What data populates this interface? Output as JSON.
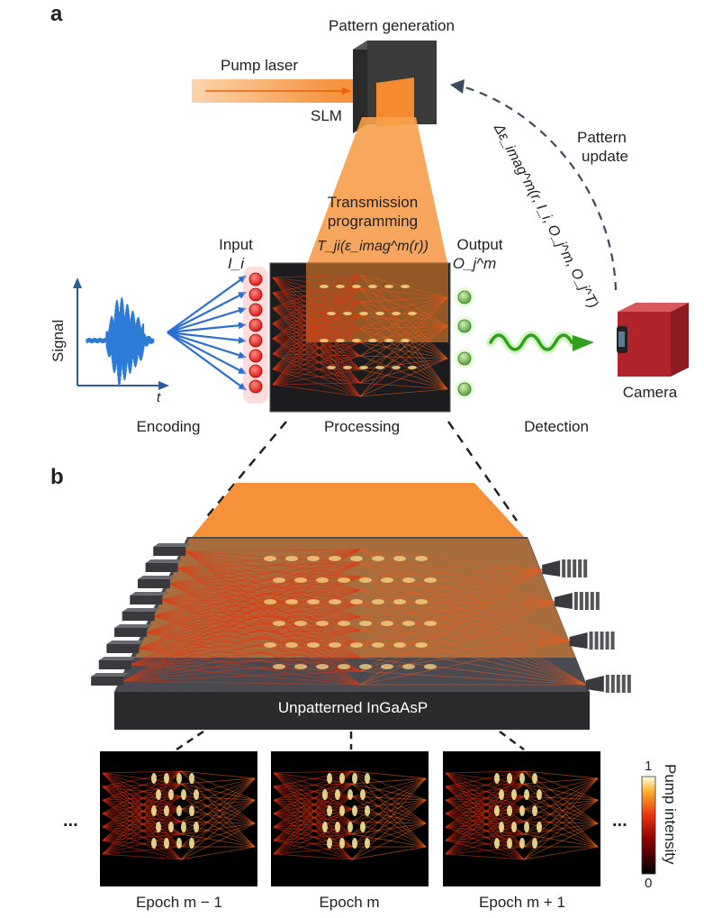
{
  "panels": {
    "a": "a",
    "b": "b"
  },
  "top": {
    "pattern_generation": "Pattern generation",
    "pump_laser": "Pump laser",
    "slm": "SLM",
    "pattern_update_1": "Pattern",
    "pattern_update_2": "update",
    "update_formula": "Δε_imag^m(r, I_i, O_j^m, O_j^T)",
    "transmission_1": "Transmission",
    "transmission_2": "programming",
    "transmission_formula": "T_ji(ε_imag^m(r))",
    "input": "Input",
    "input_symbol": "I_i",
    "output": "Output",
    "output_symbol": "O_j^m",
    "signal": "Signal",
    "t_axis": "t",
    "camera": "Camera",
    "encoding": "Encoding",
    "processing": "Processing",
    "detection": "Detection"
  },
  "bottom": {
    "chip_label": "Unpatterned InGaAsP",
    "epochs": [
      "Epoch m − 1",
      "Epoch m",
      "Epoch m + 1"
    ],
    "ellipsis_left": "...",
    "ellipsis_right": "...",
    "colorbar_title": "Pump intensity",
    "colorbar_max": "1",
    "colorbar_min": "0"
  },
  "colors": {
    "pump_orange": "#f7923a",
    "waveguide_red": "#e8340f",
    "input_node": "#e41b1b",
    "output_node": "#5aa83a",
    "signal_blue": "#2c7bd6",
    "arrow_dash": "#3b4a63",
    "camera_red": "#b3232b"
  }
}
